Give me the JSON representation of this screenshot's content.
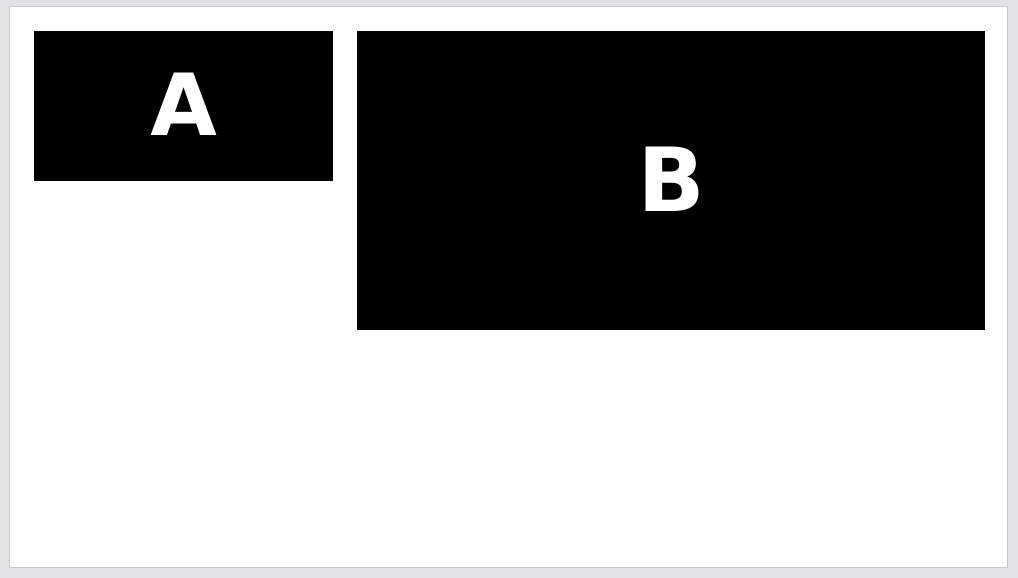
{
  "slide": {
    "background_color": "#ffffff",
    "blocks": [
      {
        "id": "a",
        "label": "A",
        "fill_color": "#000000",
        "text_color": "#ffffff"
      },
      {
        "id": "b",
        "label": "B",
        "fill_color": "#000000",
        "text_color": "#ffffff"
      }
    ]
  },
  "window": {
    "background_color": "#e3e3e6"
  }
}
